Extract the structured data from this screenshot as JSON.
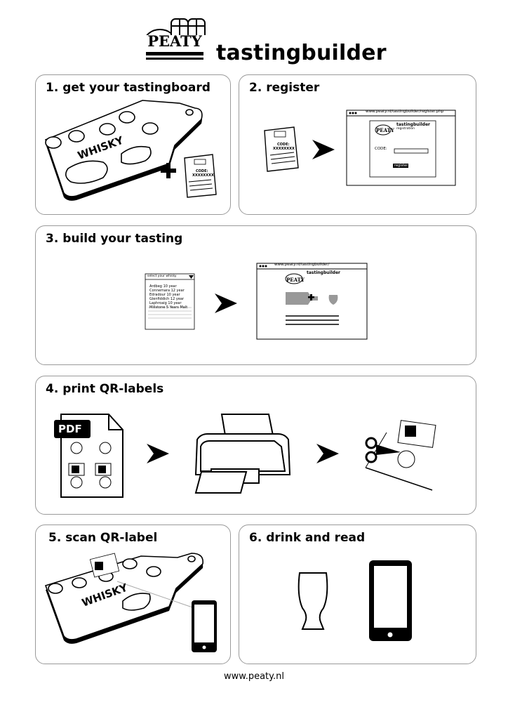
{
  "header": {
    "logo_text": "PEATY",
    "title": "tastingbuilder"
  },
  "steps": [
    {
      "title": "1. get your tastingboard",
      "board_text": "WHISKY",
      "card_code_label": "CODE:",
      "card_code_value": "XXXXXXXX"
    },
    {
      "title": "2. register",
      "card_code_label": "CODE:",
      "card_code_value": "XXXXXXXX",
      "browser_url": "www.peaty.nl/tastingbuilder/register.php",
      "browser_heading": "tastingbuilder",
      "browser_subheading": "registration",
      "form_code_label": "CODE:",
      "register_button": "register"
    },
    {
      "title": "3. build your tasting",
      "select_label": "select your whisky",
      "whisky_options": [
        "Ardbeg 10 year",
        "Connemara 12 year",
        "Edradour 10 year",
        "Glenfiddich 12 year",
        "Laphroaig 10 year",
        "Millstone 5 Years Malt"
      ],
      "browser_url": "www.peaty.nl/tastingbuilder/",
      "browser_heading": "tastingbuilder"
    },
    {
      "title": "4. print QR-labels",
      "pdf_badge": "PDF"
    },
    {
      "title": "5. scan QR-label",
      "board_text": "WHISKY"
    },
    {
      "title": "6. drink and read"
    }
  ],
  "footer": {
    "url": "www.peaty.nl"
  },
  "icons": [
    "barrel-logo",
    "board-icon",
    "code-card-icon",
    "plus-icon",
    "arrow-icon",
    "browser-window",
    "pdf-document-icon",
    "printer-icon",
    "scissors-icon",
    "smartphone-icon",
    "glencairn-glass-icon"
  ]
}
